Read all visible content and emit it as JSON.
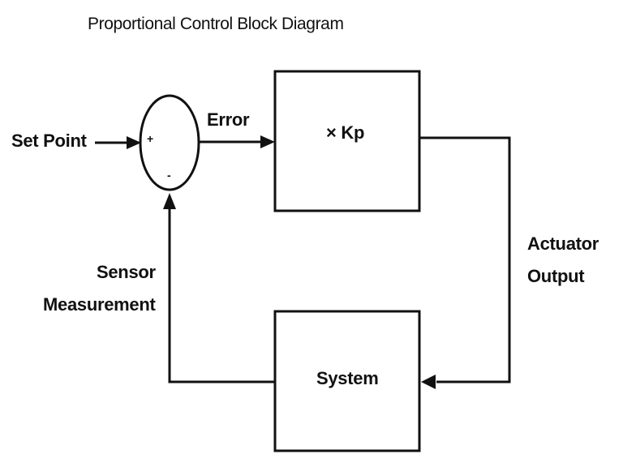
{
  "title": "Proportional Control Block Diagram",
  "labels": {
    "set_point": "Set Point",
    "error": "Error",
    "plus_sign": "+",
    "minus_sign": "-",
    "gain": "× Kp",
    "actuator_line1": "Actuator",
    "actuator_line2": "Output",
    "sensor_line1": "Sensor",
    "sensor_line2": "Measurement",
    "system": "System"
  }
}
